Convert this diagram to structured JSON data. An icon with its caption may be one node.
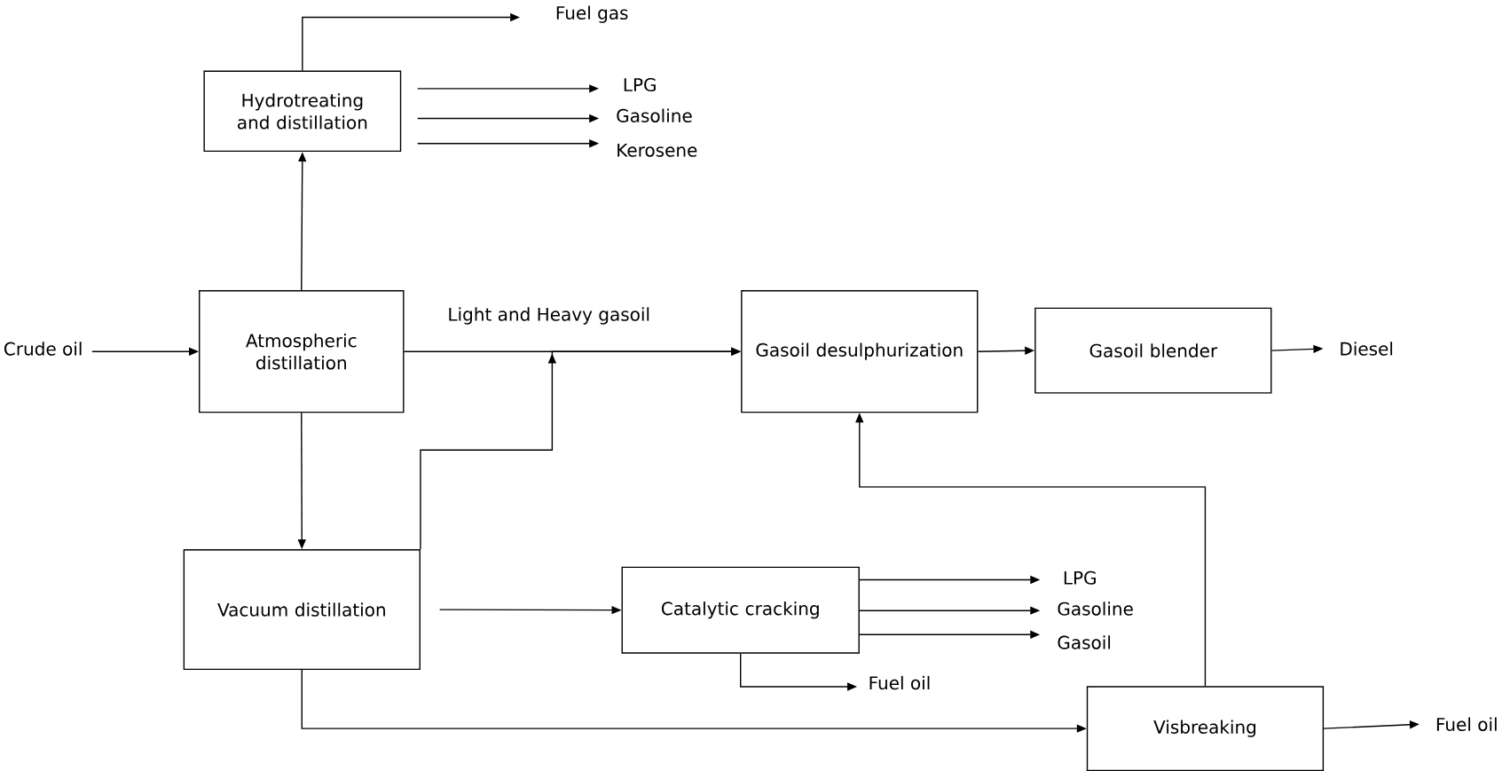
{
  "diagram": {
    "nodes": [
      {
        "text": [
          "Hydrotreating and distillation"
        ]
      },
      {
        "text": [
          "Fuel gas"
        ]
      },
      {
        "text": [
          "LPG"
        ]
      },
      {
        "text": [
          "Gasoline"
        ]
      },
      {
        "text": [
          "Kerosene"
        ]
      },
      {
        "text": [
          "Crude oil"
        ]
      },
      {
        "text": [
          "Atmospheric distillation"
        ]
      },
      {
        "text": [
          "Gasoil desulphurization"
        ]
      },
      {
        "text": [
          "Gasoil blender"
        ]
      },
      {
        "text": [
          "Diesel"
        ]
      },
      {
        "text": [
          "Vacuum distillation"
        ]
      },
      {
        "text": [
          "Catalytic cracking"
        ]
      },
      {
        "text": [
          "LPG"
        ]
      },
      {
        "text": [
          "Gasoline"
        ]
      },
      {
        "text": [
          "Gasoil"
        ]
      },
      {
        "text": [
          "Fuel oil"
        ]
      },
      {
        "text": [
          "Visbreaking"
        ]
      },
      {
        "text": [
          "Fuel oil"
        ]
      }
    ],
    "edges": [
      {
        "from": 0,
        "to": 1,
        "arrow": "to"
      },
      {
        "from": 0,
        "to": 2,
        "arrow": "to"
      },
      {
        "from": 0,
        "to": 3,
        "arrow": "to"
      },
      {
        "from": 0,
        "to": 4,
        "arrow": "to"
      },
      {
        "from": 5,
        "to": 6,
        "arrow": "to"
      },
      {
        "from": 6,
        "to": 0,
        "arrow": "to"
      },
      {
        "from": 6,
        "to": 7,
        "arrow": "to",
        "label": "Light and Heavy gasoil"
      },
      {
        "from": 6,
        "to": 10,
        "arrow": "to"
      },
      {
        "from": 10,
        "to": 7,
        "arrow": "to"
      },
      {
        "from": 10,
        "to": 11,
        "arrow": "to"
      },
      {
        "from": 11,
        "to": 12,
        "arrow": "to"
      },
      {
        "from": 11,
        "to": 13,
        "arrow": "to"
      },
      {
        "from": 11,
        "to": 14,
        "arrow": "to"
      },
      {
        "from": 11,
        "to": 15,
        "arrow": "to"
      },
      {
        "from": 10,
        "to": 16,
        "arrow": "to"
      },
      {
        "from": 16,
        "to": 7,
        "arrow": "to"
      },
      {
        "from": 7,
        "to": 8,
        "arrow": "to"
      },
      {
        "from": 8,
        "to": 9,
        "arrow": "to"
      },
      {
        "from": 16,
        "to": 17,
        "arrow": "to"
      }
    ]
  }
}
